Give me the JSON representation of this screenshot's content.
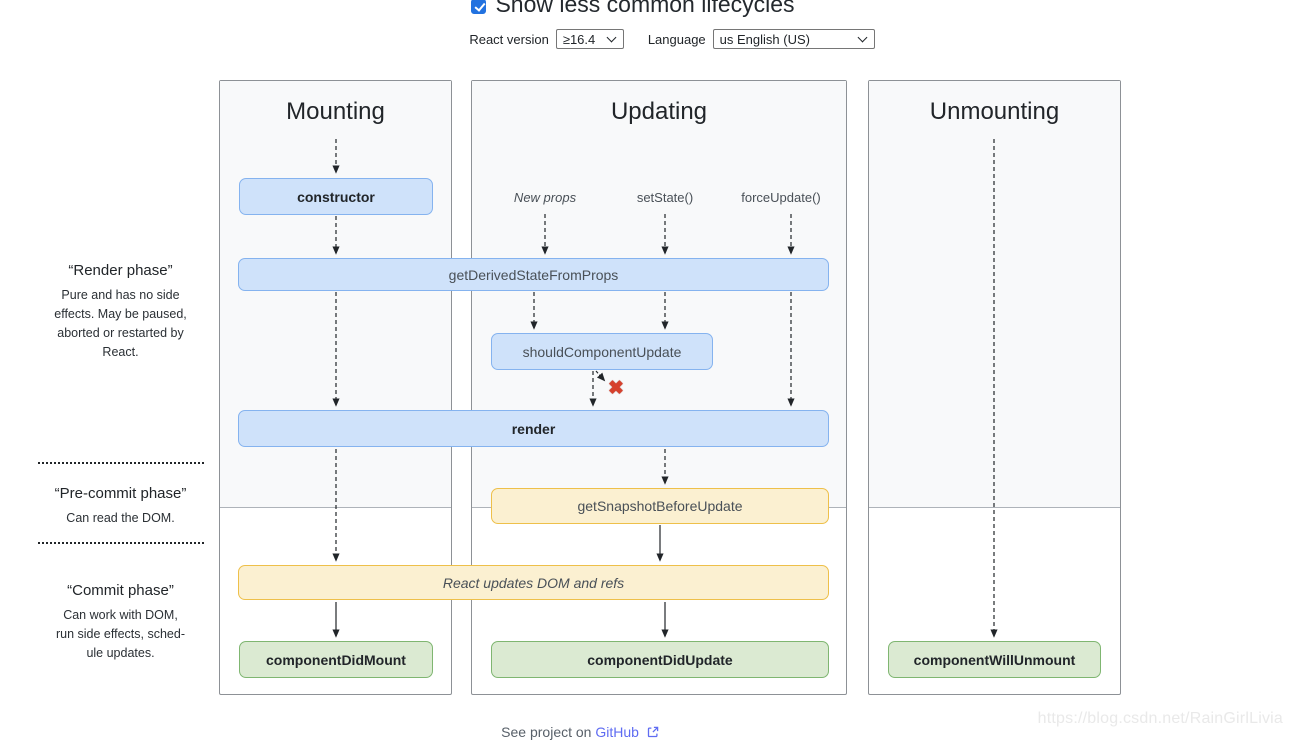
{
  "header": {
    "show_less_label": "Show less common lifecycles",
    "checkbox_checked": true,
    "react_version_label": "React version",
    "react_version_value": "≥16.4",
    "language_label": "Language",
    "language_value": "us English (US)"
  },
  "columns": {
    "mounting": "Mounting",
    "updating": "Updating",
    "unmounting": "Unmounting"
  },
  "triggers": {
    "new_props": "New props",
    "set_state": "setState()",
    "force_update": "forceUpdate()"
  },
  "nodes": {
    "constructor": "constructor",
    "get_derived_state_from_props": "getDerivedStateFromProps",
    "should_component_update": "shouldComponentUpdate",
    "render": "render",
    "get_snapshot_before_update": "getSnapshotBeforeUpdate",
    "react_updates": "React updates DOM and refs",
    "component_did_mount": "componentDidMount",
    "component_did_update": "componentDidUpdate",
    "component_will_unmount": "componentWillUnmount"
  },
  "false_marker": "✖",
  "phases": {
    "render": {
      "title": "“Render phase”",
      "description": "Pure and has no side\neffects. May be paused,\naborted or restarted by\nReact."
    },
    "pre_commit": {
      "title": "“Pre-commit phase”",
      "description": "Can read the DOM."
    },
    "commit": {
      "title": "“Commit phase”",
      "description": "Can work with DOM,\nrun side effects, sched-\nule updates."
    }
  },
  "footer": {
    "prefix": "See project on",
    "link_label": "GitHub"
  },
  "watermark": "https://blog.csdn.net/RainGirlLivia",
  "colors": {
    "accent_checkbox": "#2272e0",
    "link": "#5f6cf2",
    "box_blue_bg": "#cfe2fa",
    "box_blue_border": "#85b3ef",
    "box_yellow_bg": "#fbf0d1",
    "box_yellow_border": "#eec04a",
    "box_green_bg": "#dbead2",
    "box_green_border": "#7fb671",
    "false_x": "#d6402c",
    "phase_section_bg": "#f8f9fa"
  }
}
